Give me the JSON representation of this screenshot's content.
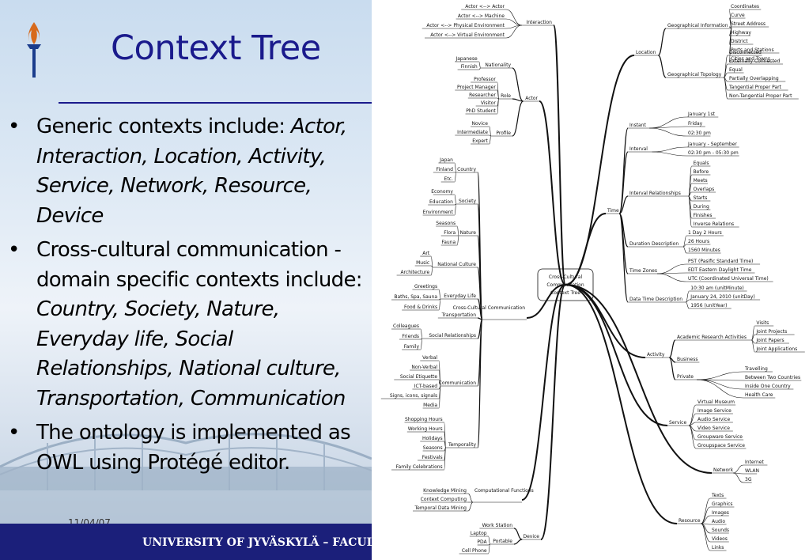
{
  "slide": {
    "title": "Context Tree",
    "bullet_intro_1": "Generic contexts include: ",
    "bullet_italic_1": "Actor, Interaction, Location, Activity, Service, Network, Resource, Device",
    "bullet_intro_2": "Cross-cultural communication -domain specific contexts include: ",
    "bullet_italic_2": "Country, Society, Nature, Everyday life, Social Relationships, National culture, Transportation, Communication",
    "bullet_3": "The ontology is implemented as OWL using Protégé editor.",
    "bullet_symbol": "•",
    "date": "11/04/07",
    "footer": "UNIVERSITY OF JYVÄSKYLÄ – FACUL",
    "colors": {
      "title": "#1a1a8c",
      "footer_bg": "#1b1f7a",
      "footer_text": "#ffffff"
    }
  },
  "mindmap": {
    "root": "Cross-Cultural Communication Context Tree",
    "branches": [
      {
        "label": "Interaction",
        "items": [
          "Actor <--> Actor",
          "Actor <--> Machine",
          "Actor <--> Physical Environment",
          "Actor <--> Virtual Environment"
        ]
      },
      {
        "label": "Actor",
        "groups": [
          {
            "label": "Nationality",
            "items": [
              "Japanese",
              "Finnish"
            ]
          },
          {
            "label": "Role",
            "items": [
              "Professor",
              "Project Manager",
              "Researcher",
              "Visitor",
              "PhD Student"
            ]
          },
          {
            "label": "Profile",
            "items": [
              "Novice",
              "Intermediate",
              "Expert"
            ]
          }
        ]
      },
      {
        "label": "Cross-Cultural Communication",
        "groups": [
          {
            "label": "Country",
            "items": [
              "Japan",
              "Finland",
              "Etc."
            ]
          },
          {
            "label": "Society",
            "items": [
              "Economy",
              "Education",
              "Environment"
            ]
          },
          {
            "label": "Nature",
            "items": [
              "Seasons",
              "Flora",
              "Fauna"
            ]
          },
          {
            "label": "National Culture",
            "items": [
              "Art",
              "Music",
              "Architecture"
            ]
          },
          {
            "label": "Everyday Life",
            "items": [
              "Greetings",
              "Baths, Spa, Sauna",
              "Food & Drinks"
            ]
          },
          {
            "label": "Transportation",
            "items": []
          },
          {
            "label": "Social Relationships",
            "items": [
              "Colleagues",
              "Friends",
              "Family"
            ]
          },
          {
            "label": "Communication",
            "items": [
              "Verbal",
              "Non-Verbal",
              "Social Etiquette",
              "ICT-based",
              "Signs, icons, signals",
              "Media"
            ]
          },
          {
            "label": "Temporality",
            "items": [
              "Shopping Hours",
              "Working Hours",
              "Holidays",
              "Seasons",
              "Festivals",
              "Family Celebrations"
            ]
          }
        ]
      },
      {
        "label": "Computational Functions",
        "items": [
          "Knowledge Mining",
          "Context Computing",
          "Temporal Data Mining"
        ]
      },
      {
        "label": "Device",
        "groups": [
          {
            "label": "Work Station",
            "items": []
          },
          {
            "label": "Portable",
            "items": [
              "Laptop",
              "PDA",
              "Cell Phone"
            ]
          }
        ]
      },
      {
        "label": "Location",
        "groups": [
          {
            "label": "Geographical Information",
            "items": [
              "Coordinates",
              "Curve",
              "Street Address",
              "Highway",
              "District",
              "Ports and Stations",
              "Cities and Towns"
            ]
          },
          {
            "label": "Geographical Topology",
            "items": [
              "Disconnected",
              "Externally Connected",
              "Equal",
              "Partially Overlapping",
              "Tangential Proper Part",
              "Non-Tangential Proper Part"
            ]
          }
        ]
      },
      {
        "label": "Time",
        "groups": [
          {
            "label": "Instant",
            "items": [
              "January 1st",
              "Friday",
              "02:30 pm"
            ]
          },
          {
            "label": "Interval",
            "items": [
              "January - September",
              "02:30 pm - 05:30 pm"
            ]
          },
          {
            "label": "Interval Relationships",
            "items": [
              "Equals",
              "Before",
              "Meets",
              "Overlaps",
              "Starts",
              "During",
              "Finishes",
              "Inverse Relations"
            ]
          },
          {
            "label": "Duration Description",
            "items": [
              "1 Day 2 Hours",
              "26 Hours",
              "1560 Minutes"
            ]
          },
          {
            "label": "Time Zones",
            "items": [
              "PST (Pasific Standard Time)",
              "EDT Eastern Daylight Time",
              "UTC (Coordinated Universal Time)"
            ]
          },
          {
            "label": "Data Time Description",
            "items": [
              "10:30 am (unitMinute)",
              "January 24, 2010 (unitDay)",
              "1956 (unitYear)"
            ]
          }
        ]
      },
      {
        "label": "Activity",
        "groups": [
          {
            "label": "Academic Research Activities",
            "items": [
              "Visits",
              "Joint Projects",
              "Joint Papers",
              "Joint Applications"
            ]
          },
          {
            "label": "Business",
            "items": []
          },
          {
            "label": "Private",
            "items": [
              "Travelling",
              "Between Two Countries",
              "Inside One Country",
              "Health Care"
            ]
          }
        ]
      },
      {
        "label": "Service",
        "items": [
          "Virtual Museum",
          "Image Service",
          "Audio Service",
          "Video Service",
          "Groupware Service",
          "Groupspace Service"
        ]
      },
      {
        "label": "Network",
        "items": [
          "Internet",
          "WLAN",
          "3G"
        ]
      },
      {
        "label": "Resource",
        "items": [
          "Texts",
          "Graphics",
          "Images",
          "Audio",
          "Sounds",
          "Videos",
          "Links"
        ]
      }
    ]
  }
}
